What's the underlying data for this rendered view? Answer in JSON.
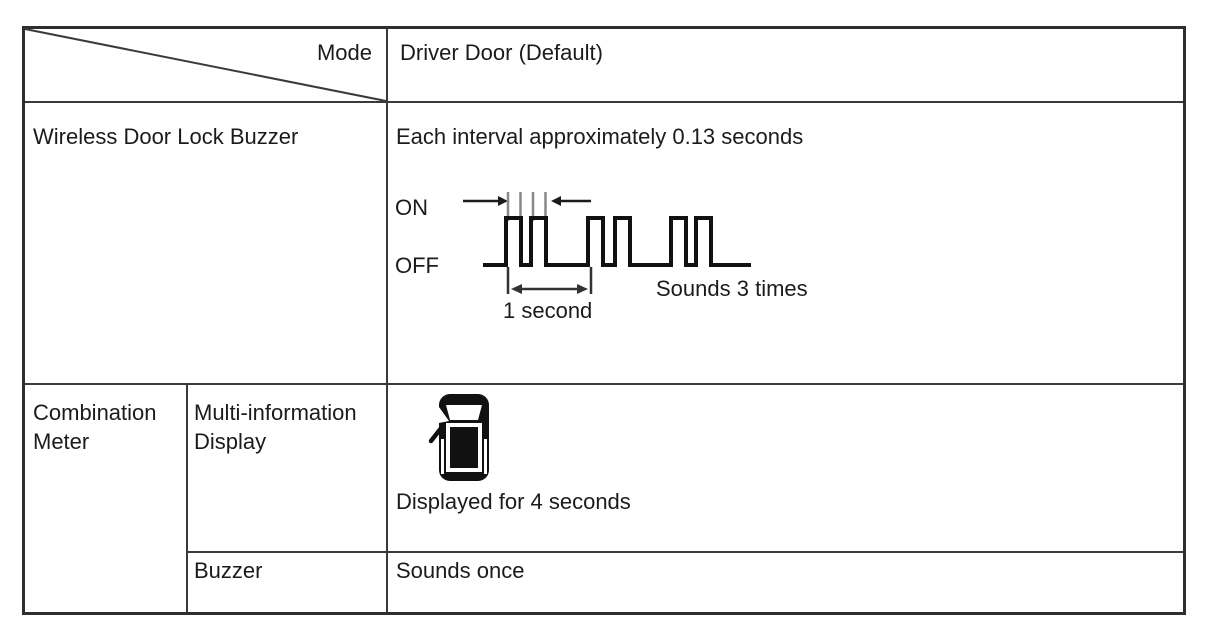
{
  "table": {
    "header": {
      "corner_label": "Mode",
      "column_value": "Driver Door (Default)"
    },
    "rows": [
      {
        "label": "Wireless Door Lock Buzzer",
        "description": "Each interval approximately 0.13 seconds",
        "waveform": {
          "type": "pulse-train",
          "on_label": "ON",
          "off_label": "OFF",
          "period_label": "1 second",
          "sounds_label": "Sounds 3 times",
          "pulses_per_group": 2,
          "groups": 3
        }
      },
      {
        "label": "Combination Meter",
        "sub_label": "Multi-information Display",
        "icon": "car-door-open-icon",
        "value": "Displayed for 4 seconds"
      },
      {
        "sub_label": "Buzzer",
        "value": "Sounds once"
      }
    ]
  },
  "colors": {
    "line": "#3a3a3a",
    "text": "#1b1b1b",
    "tick_gray": "#888888",
    "icon_fill": "#111111"
  }
}
